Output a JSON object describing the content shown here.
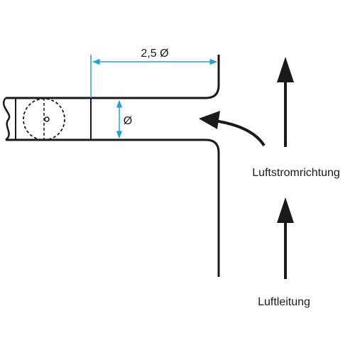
{
  "dimensions": {
    "length_label": "2,5 Ø",
    "diameter_label": "Ø"
  },
  "labels": {
    "airflow_direction": "Luftstromrichtung",
    "air_duct": "Luftleitung"
  },
  "colors": {
    "line": "#1a1a1a",
    "dimension": "#1ba3dc",
    "background": "#ffffff"
  }
}
